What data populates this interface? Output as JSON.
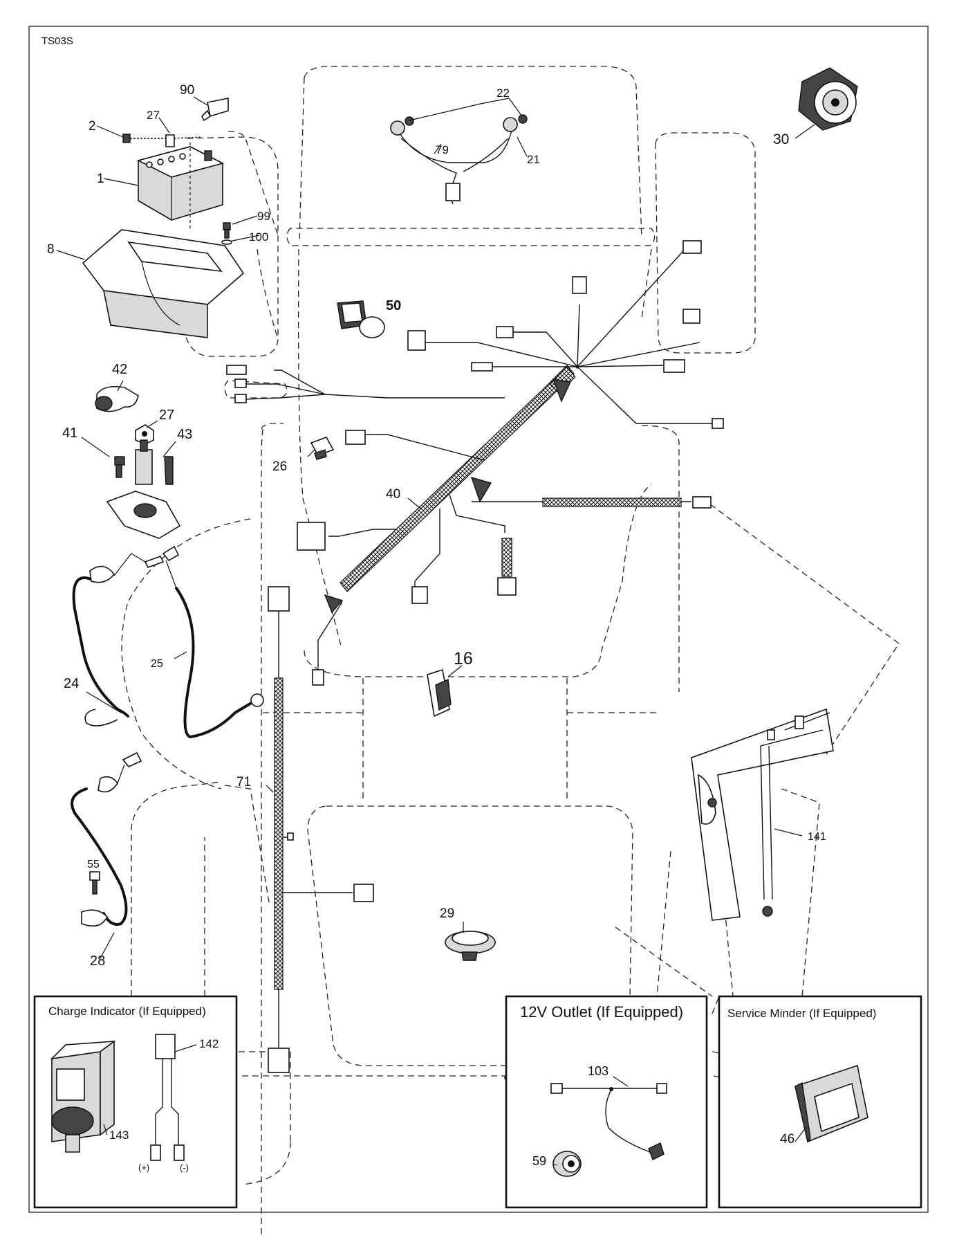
{
  "diagram_code": "TS03S",
  "insets": {
    "charge_indicator": {
      "title": "Charge Indicator (If Equipped)",
      "parts": [
        "142",
        "143"
      ],
      "polarity_pos": "(+)",
      "polarity_neg": "(-)"
    },
    "outlet_12v": {
      "title": "12V Outlet (If Equipped)",
      "parts": [
        "103",
        "59"
      ]
    },
    "service_minder": {
      "title": "Service Minder (If Equipped)",
      "parts": [
        "46"
      ]
    }
  },
  "callouts": {
    "p1": "1",
    "p2": "2",
    "p8": "8",
    "p16": "16",
    "p21": "21",
    "p22": "22",
    "p24": "24",
    "p25": "25",
    "p26": "26",
    "p27a": "27",
    "p27b": "27",
    "p28": "28",
    "p29": "29",
    "p30": "30",
    "p40": "40",
    "p41": "41",
    "p42": "42",
    "p43": "43",
    "p46": "46",
    "p50": "50",
    "p55": "55",
    "p59": "59",
    "p71": "71",
    "p79": "79",
    "p90": "90",
    "p99": "99",
    "p100": "100",
    "p103": "103",
    "p141": "141",
    "p142": "142",
    "p143": "143"
  }
}
